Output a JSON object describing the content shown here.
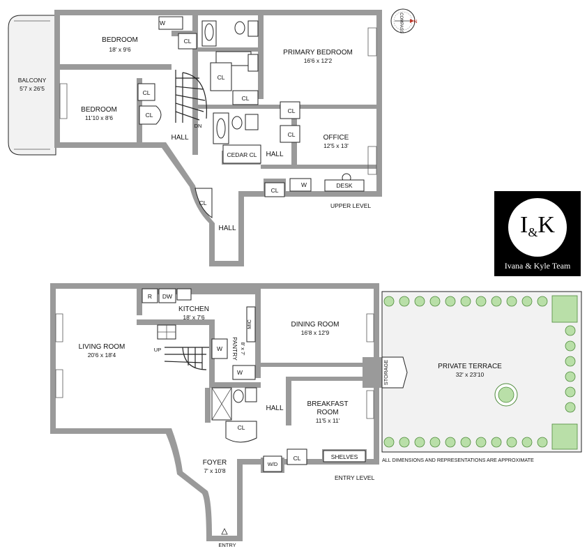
{
  "upper_level": {
    "label": "UPPER LEVEL",
    "balcony": {
      "name": "BALCONY",
      "dims": "5'7 x 26'5"
    },
    "bedroom_1": {
      "name": "BEDROOM",
      "dims": "18' x 9'6"
    },
    "bedroom_2": {
      "name": "BEDROOM",
      "dims": "11'10 x 8'6"
    },
    "primary_bedroom": {
      "name": "PRIMARY BEDROOM",
      "dims": "16'6 x 12'2"
    },
    "office": {
      "name": "OFFICE",
      "dims": "12'5 x 13'"
    },
    "hall_a": "HALL",
    "hall_b": "HALL",
    "hall_c": "HALL",
    "cedar_closet": "CEDAR CL",
    "desk": "DESK",
    "washer": "W",
    "closet": "CL",
    "down": "DN"
  },
  "entry_level": {
    "label": "ENTRY LEVEL",
    "living_room": {
      "name": "LIVING ROOM",
      "dims": "20'6 x 18'4"
    },
    "kitchen": {
      "name": "KITCHEN",
      "dims": "18' x 7'6"
    },
    "dining_room": {
      "name": "DINING ROOM",
      "dims": "16'8 x 12'9"
    },
    "pantry": {
      "name": "PANTRY",
      "dims": "8' x 7'"
    },
    "private_terrace": {
      "name": "PRIVATE TERRACE",
      "dims": "32' x 23'10"
    },
    "breakfast_room": {
      "name_line1": "BREAKFAST",
      "name_line2": "ROOM",
      "dims": "11'5 x 11'"
    },
    "foyer": {
      "name": "FOYER",
      "dims": "7' x 10'8"
    },
    "hall": "HALL",
    "storage": "STORAGE",
    "shelves": "SHELVES",
    "washer_dryer": "W/D",
    "closet": "CL",
    "refrigerator": "R",
    "dishwasher": "DW",
    "microwave": "MIC",
    "washer": "W",
    "up": "UP",
    "entry": "ENTRY"
  },
  "disclaimer": "ALL DIMENSIONS AND REPRESENTATIONS ARE APPROXIMATE",
  "compass": {
    "label": "COMPASS",
    "north": "N"
  },
  "logo": {
    "mark_left": "I",
    "mark_amp": "&",
    "mark_right": "K",
    "team": "Ivana & Kyle Team"
  },
  "colors": {
    "wall": "#9a9a9a",
    "plant": "#b9dfa8",
    "logo_bg": "#000000"
  }
}
